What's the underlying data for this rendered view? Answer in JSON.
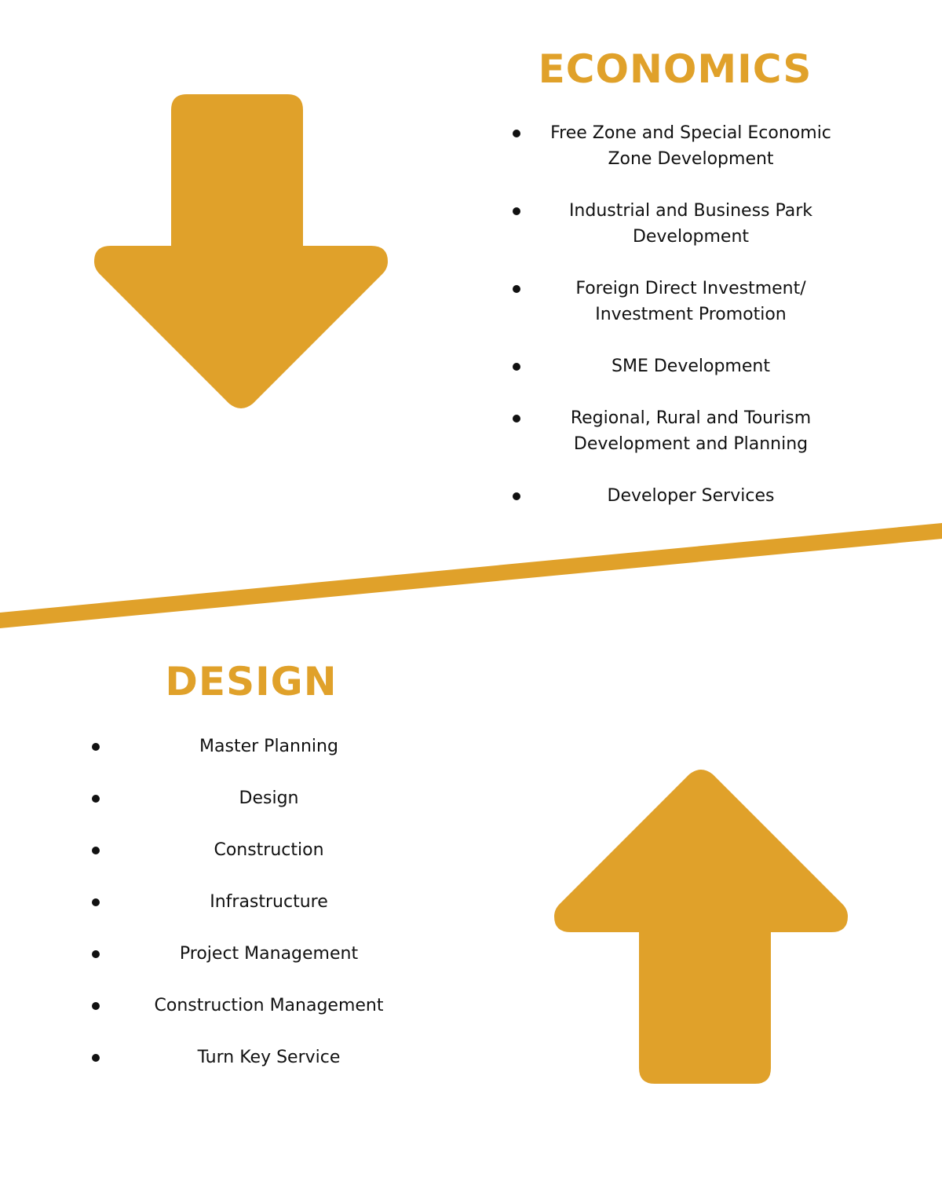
{
  "colors": {
    "accent": "#E0A12A",
    "text": "#111111",
    "background": "#FFFFFF"
  },
  "economics": {
    "title": "ECONOMICS",
    "items": [
      "Free Zone and Special Economic\nZone Development",
      "Industrial and Business Park\nDevelopment",
      "Foreign Direct Investment/\nInvestment Promotion",
      "SME Development",
      "Regional, Rural and Tourism\nDevelopment and Planning",
      "Developer Services"
    ]
  },
  "design": {
    "title": "DESIGN",
    "items": [
      "Master Planning",
      "Design",
      "Construction",
      "Infrastructure",
      "Project Management",
      "Construction Management",
      "Turn Key Service"
    ]
  },
  "icons": {
    "top_arrow": "arrow-down-icon",
    "bottom_arrow": "arrow-up-icon"
  }
}
